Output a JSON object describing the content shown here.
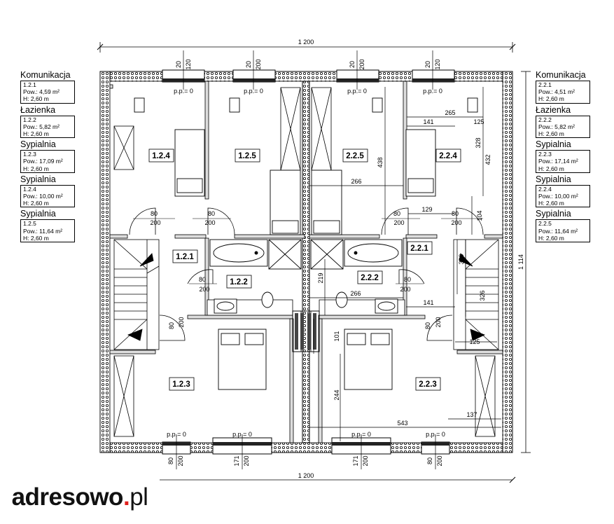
{
  "overall_width": "1 200",
  "overall_height": "1 114",
  "left_legend": [
    {
      "type": "Komunikacja",
      "number": "1.2.1",
      "area": "Pow.: 4,59 m²",
      "height": "H: 2,60 m"
    },
    {
      "type": "Łazienka",
      "number": "1.2.2",
      "area": "Pow.: 5,82 m²",
      "height": "H: 2,60 m"
    },
    {
      "type": "Sypialnia",
      "number": "1.2.3",
      "area": "Pow.: 17,09 m²",
      "height": "H: 2,60 m"
    },
    {
      "type": "Sypialnia",
      "number": "1.2.4",
      "area": "Pow.: 10,00 m²",
      "height": "H: 2,60 m"
    },
    {
      "type": "Sypialnia",
      "number": "1.2.5",
      "area": "Pow.: 11,64 m²",
      "height": "H: 2,60 m"
    }
  ],
  "right_legend": [
    {
      "type": "Komunikacja",
      "number": "2.2.1",
      "area": "Pow.: 4,51 m²",
      "height": "H: 2,60 m"
    },
    {
      "type": "Łazienka",
      "number": "2.2.2",
      "area": "Pow.: 5,82 m²",
      "height": "H: 2,60 m"
    },
    {
      "type": "Sypialnia",
      "number": "2.2.3",
      "area": "Pow.: 17,14 m²",
      "height": "H: 2,60 m"
    },
    {
      "type": "Sypialnia",
      "number": "2.2.4",
      "area": "Pow.: 10,00 m²",
      "height": "H: 2,60 m"
    },
    {
      "type": "Sypialnia",
      "number": "2.2.5",
      "area": "Pow.: 11,64 m²",
      "height": "H: 2,60 m"
    }
  ],
  "room_labels": [
    "1.2.4",
    "1.2.5",
    "2.2.5",
    "2.2.4",
    "1.2.1",
    "1.2.2",
    "2.2.2",
    "2.2.1",
    "1.2.3",
    "2.2.3"
  ],
  "sill_label": "p.p.= 0",
  "window_dims": {
    "width_120": "120",
    "height_20": "20",
    "height_200": "200",
    "width_80": "80",
    "width_171": "171"
  },
  "door_dims": {
    "width": "80",
    "height": "200"
  },
  "dims": [
    "265",
    "141",
    "125",
    "328",
    "438",
    "432",
    "266",
    "129",
    "104",
    "329",
    "326",
    "219",
    "266",
    "141",
    "101",
    "244",
    "125",
    "543",
    "137"
  ],
  "logo": {
    "main": "adresowo",
    "dot": ".",
    "tld": "pl"
  }
}
